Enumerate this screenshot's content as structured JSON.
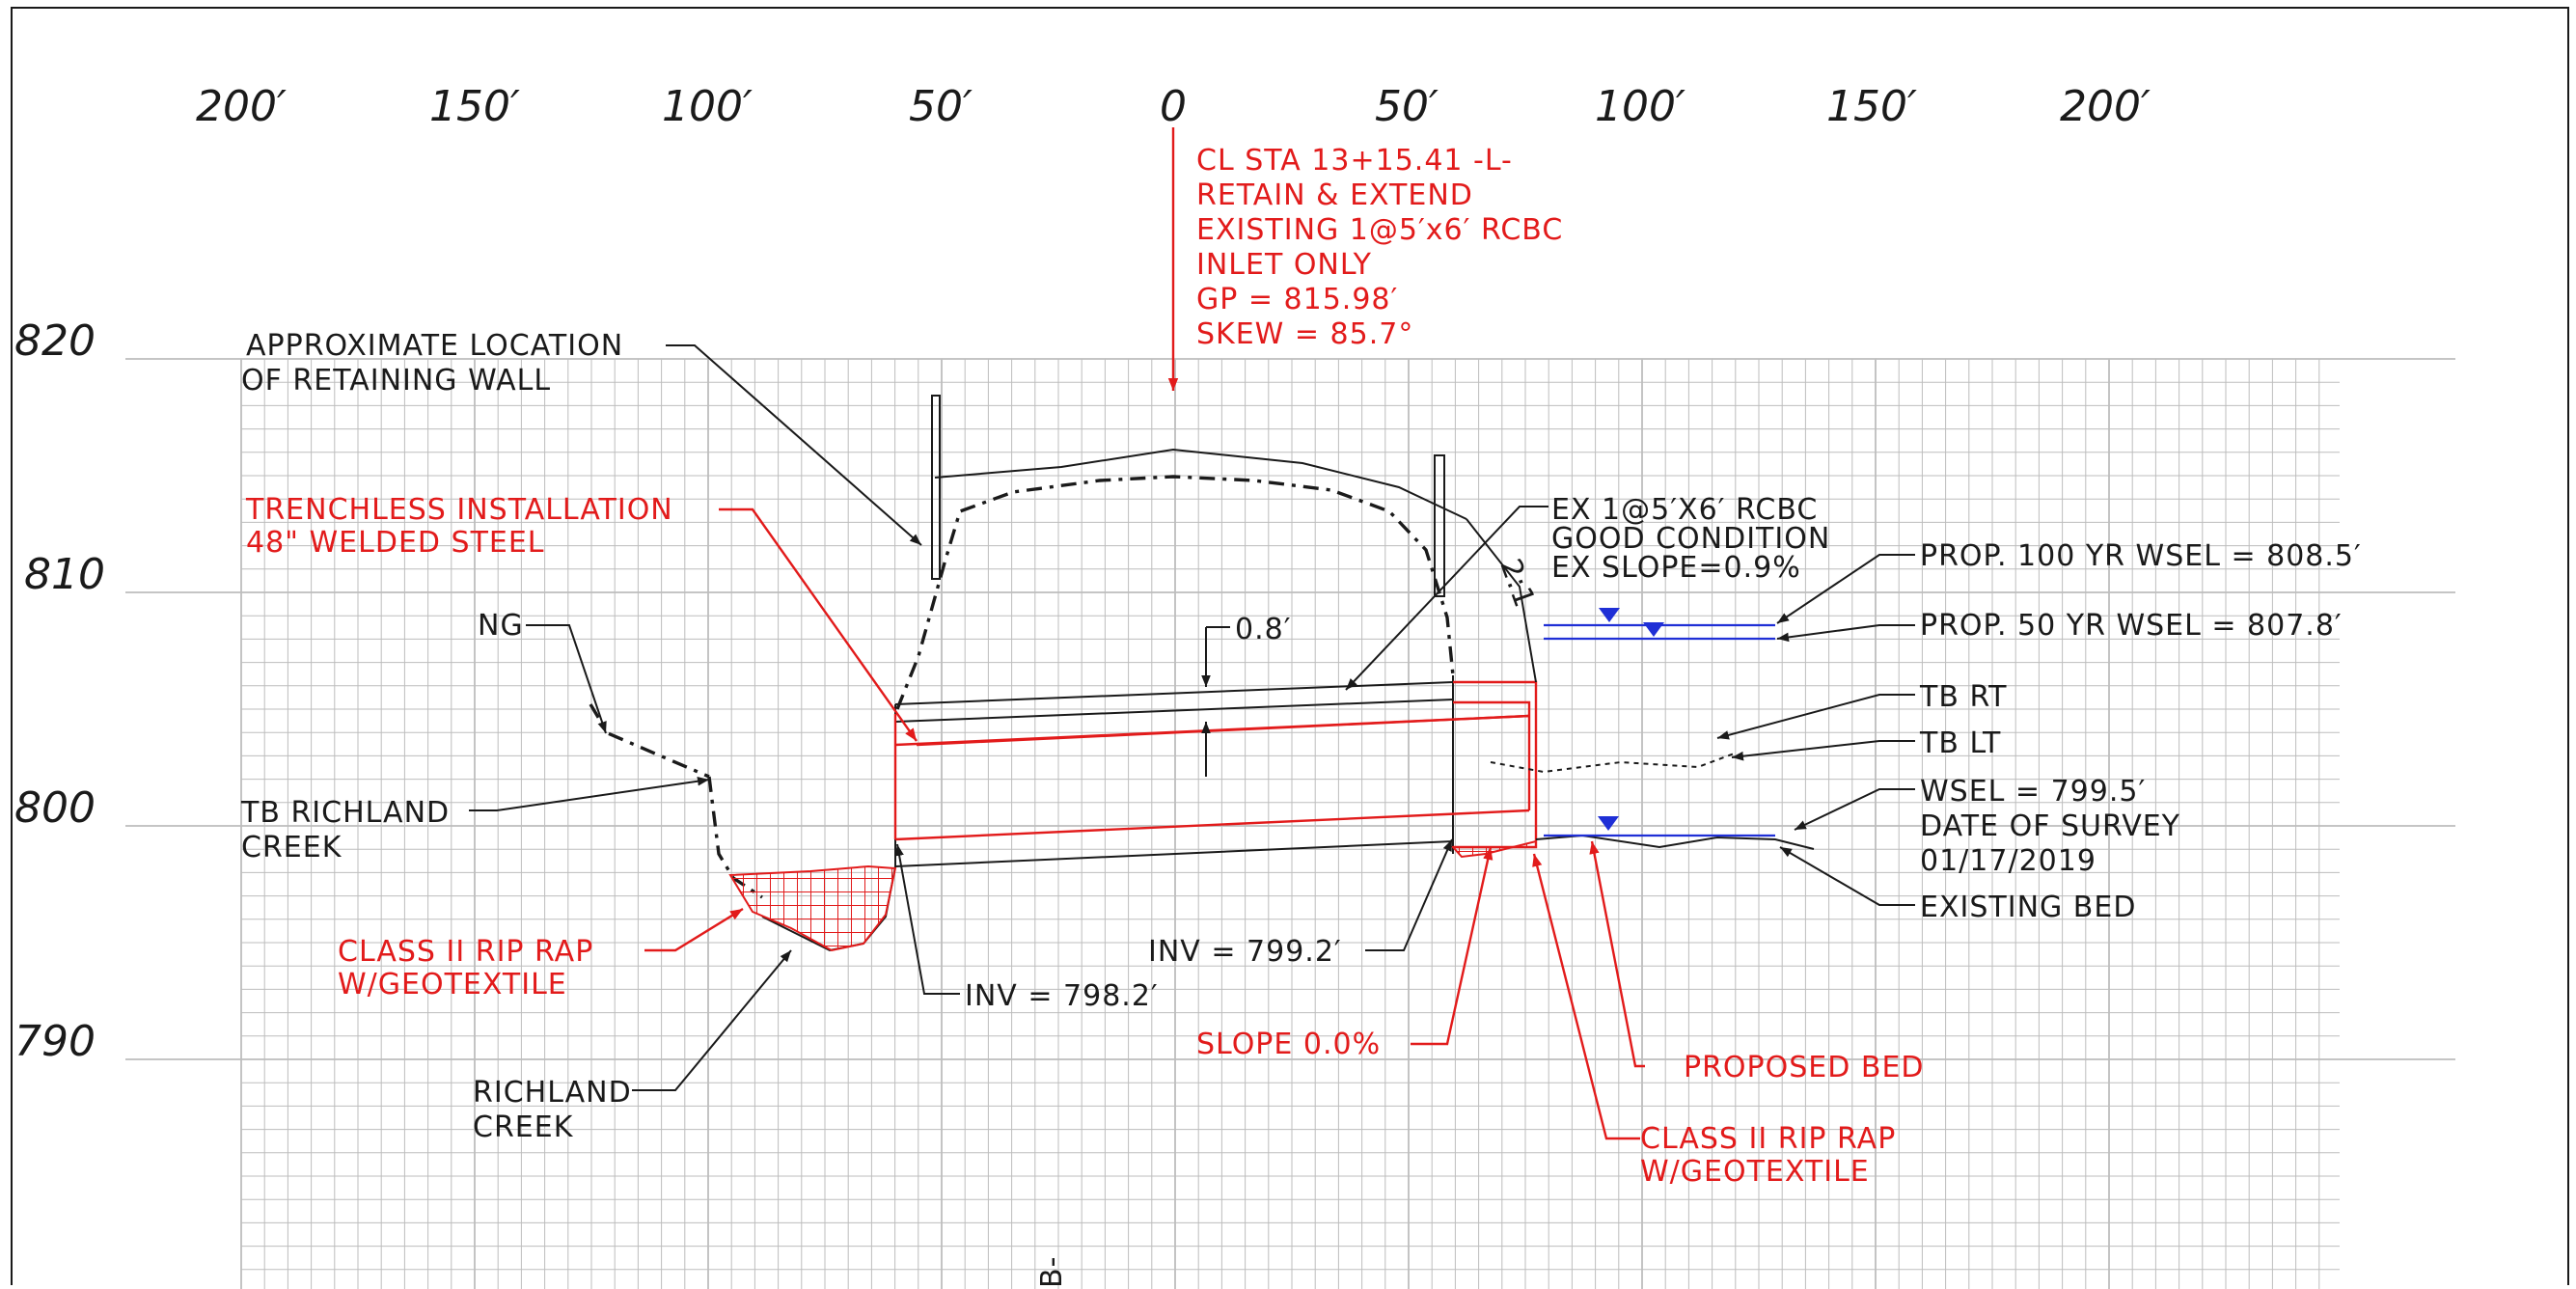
{
  "colors": {
    "proposed": "#e21b1b",
    "existing": "#1a1a1a",
    "water": "#1f2fd6",
    "grid": "#bdbdbd"
  },
  "offset_labels": [
    "200′",
    "150′",
    "100′",
    "50′",
    "0",
    "50′",
    "100′",
    "150′",
    "200′"
  ],
  "elevation_labels": [
    "820",
    "810",
    "800",
    "790"
  ],
  "centerline_note": [
    "CL STA 13+15.41 -L-",
    "RETAIN & EXTEND",
    "EXISTING 1@5′x6′ RCBC",
    "INLET ONLY",
    "GP = 815.98′",
    "SKEW = 85.7°"
  ],
  "labels": {
    "retaining_wall": [
      "APPROXIMATE LOCATION",
      "OF RETAINING WALL"
    ],
    "trenchless": [
      "TRENCHLESS INSTALLATION",
      "48\" WELDED STEEL"
    ],
    "ng": "NG",
    "tb_richland": [
      "TB RICHLAND",
      "CREEK"
    ],
    "rip_rap_left": [
      "CLASS II RIP RAP",
      "W/GEOTEXTILE"
    ],
    "richland_creek": [
      "RICHLAND",
      "CREEK"
    ],
    "inv_left": "INV = 798.2′",
    "inv_right": "INV = 799.2′",
    "slope": "SLOPE 0.0%",
    "clearance": "0.8′",
    "existing_box": [
      "EX 1@5′X6′ RCBC",
      "GOOD CONDITION",
      "EX SLOPE=0.9%"
    ],
    "side_slope": "2:1",
    "wsel_100": "PROP. 100 YR WSEL = 808.5′",
    "wsel_50": "PROP. 50 YR WSEL = 807.8′",
    "tb_rt": "TB RT",
    "tb_lt": "TB LT",
    "wsel_survey": [
      "WSEL = 799.5′",
      "DATE OF SURVEY",
      "01/17/2019"
    ],
    "existing_bed": "EXISTING BED",
    "proposed_bed": "PROPOSED BED",
    "rip_rap_right": [
      "CLASS II RIP RAP",
      "W/GEOTEXTILE"
    ],
    "section_mark": "B-"
  }
}
